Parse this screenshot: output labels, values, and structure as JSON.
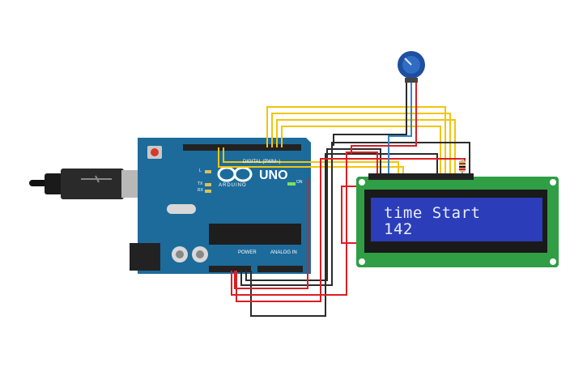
{
  "board": {
    "brand": "ARDUINO",
    "model": "UNO",
    "digital_label": "DIGITAL (PWM~)",
    "analog_label": "ANALOG IN",
    "power_label": "POWER",
    "on_label": "ON",
    "tx_label": "TX",
    "rx_label": "RX",
    "l_label": "L",
    "color": "#1d6b9a"
  },
  "lcd": {
    "line1": "time Start",
    "line2": "142",
    "screen_color": "#2b3db8",
    "board_color": "#2f9e44"
  },
  "wire_colors": {
    "signal": "#f2c40c",
    "ground": "#2b2b2b",
    "power": "#d81f26",
    "wiper": "#2f86c8"
  }
}
